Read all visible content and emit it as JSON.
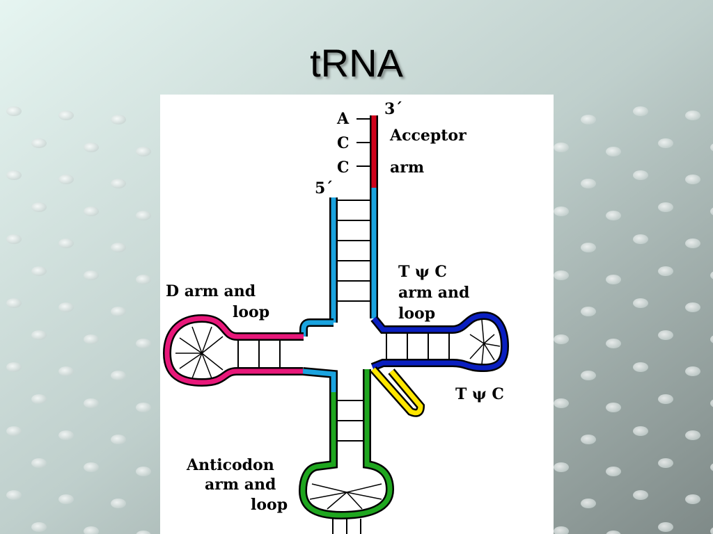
{
  "slide": {
    "title": "tRNA"
  },
  "diagram": {
    "bases": [
      "A",
      "C",
      "C"
    ],
    "ends": {
      "three_prime": "3´",
      "five_prime": "5´"
    },
    "labels": {
      "acceptor_line1": "Acceptor",
      "acceptor_line2": "arm",
      "tpsic_line1": "T ψ C",
      "tpsic_line2": "arm and",
      "tpsic_line3": "loop",
      "darm_line1": "D arm and",
      "darm_line2": "loop",
      "tpsic_small": "T ψ C",
      "anticodon_line1": "Anticodon",
      "anticodon_line2": "arm and",
      "anticodon_line3": "loop"
    },
    "colors": {
      "acceptor": "#d0021b",
      "stem": "#1aa3df",
      "d_arm": "#e8187a",
      "tpsic_arm": "#0a1fc0",
      "anticodon": "#1fa61f",
      "variable_loop": "#ffe600"
    }
  }
}
